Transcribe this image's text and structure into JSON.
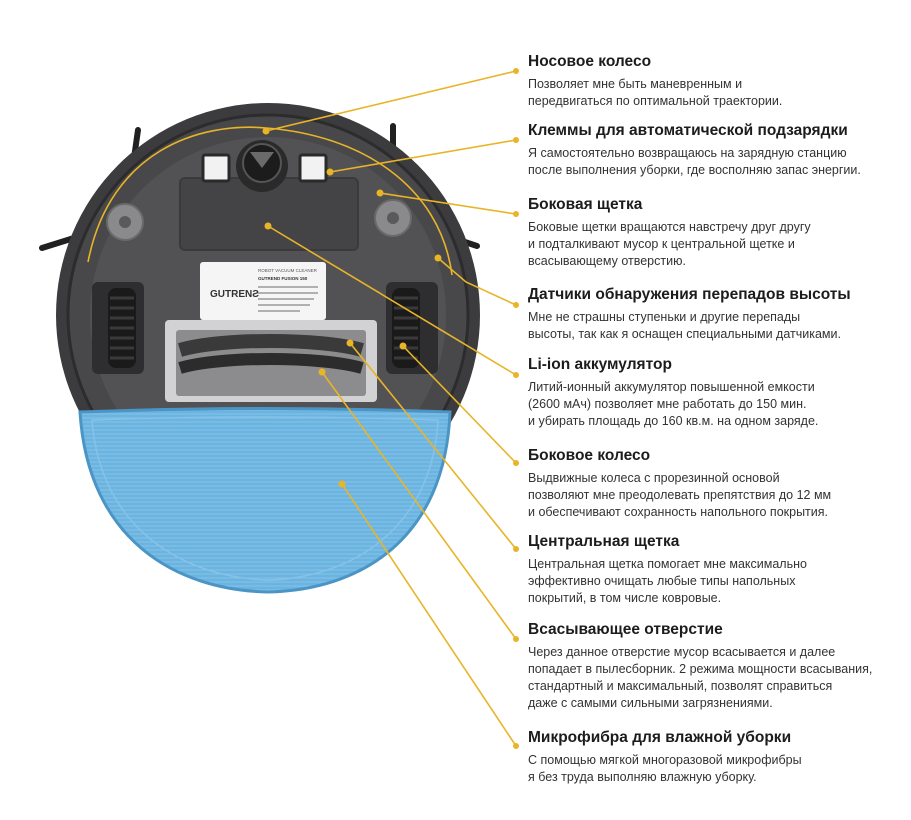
{
  "colors": {
    "accent_line": "#e8b428",
    "title_text": "#1c1c1c",
    "body_text": "#333333",
    "robot_body": "#3c3c3e",
    "mop": "#6cb4e0"
  },
  "robot_label": {
    "brand": "GUTRENƧ",
    "line1": "ROBOT VACUUM CLEANER",
    "line2": "GUTREND FUSION 150"
  },
  "features": [
    {
      "id": "nose-wheel",
      "title": "Носовое колесо",
      "lines": [
        "Позволяет мне быть маневренным и",
        "передвигаться по оптимальной траектории."
      ]
    },
    {
      "id": "charging-terminals",
      "title": "Клеммы для автоматической подзарядки",
      "lines": [
        "Я самостоятельно возвращаюсь на зарядную станцию",
        "после выполнения уборки, где восполняю запас энергии."
      ]
    },
    {
      "id": "side-brush",
      "title": "Боковая щетка",
      "lines": [
        "Боковые щетки вращаются навстречу друг другу",
        "и подталкивают мусор к центральной щетке и",
        "всасывающему отверстию."
      ]
    },
    {
      "id": "cliff-sensors",
      "title": "Датчики обнаружения перепадов высоты",
      "lines": [
        "Мне не страшны ступеньки и другие перепады",
        "высоты, так как я оснащен специальными датчиками."
      ]
    },
    {
      "id": "battery",
      "title": "Li-ion аккумулятор",
      "lines": [
        "Литий-ионный аккумулятор повышенной емкости",
        "(2600 мАч) позволяет мне работать до 150 мин.",
        "и убирать площадь до 160 кв.м. на одном заряде."
      ]
    },
    {
      "id": "side-wheel",
      "title": "Боковое колесо",
      "lines": [
        "Выдвижные колеса с прорезинной основой",
        "позволяют мне преодолевать препятствия до 12 мм",
        "и обеспечивают сохранность напольного покрытия."
      ]
    },
    {
      "id": "central-brush",
      "title": "Центральная щетка",
      "lines": [
        "Центральная щетка помогает мне максимально",
        "эффективно очищать любые типы напольных",
        "покрытий, в том числе ковровые."
      ]
    },
    {
      "id": "suction-opening",
      "title": "Всасывающее отверстие",
      "lines": [
        "Через данное отверстие мусор всасывается и далее",
        "попадает в пылесборник. 2 режима мощности всасывания,",
        "стандартный и максимальный, позволят справиться",
        "даже с самыми сильными загрязнениями."
      ]
    },
    {
      "id": "microfiber",
      "title": "Микрофибра для влажной уборки",
      "lines": [
        "С помощью мягкой многоразовой микрофибры",
        "я без труда выполняю влажную уборку."
      ]
    }
  ]
}
